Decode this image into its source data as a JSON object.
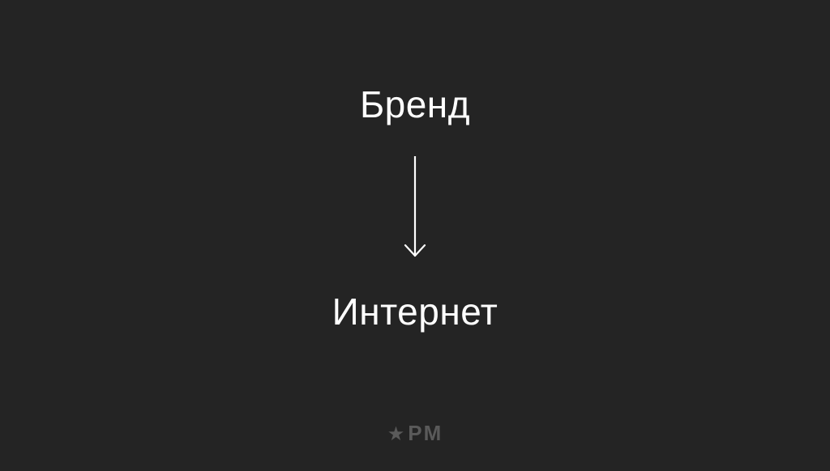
{
  "slide": {
    "top_term": "Бренд",
    "bottom_term": "Интернет",
    "logo_star": "★",
    "logo_text": "PM",
    "colors": {
      "background": "#242424",
      "text": "#ffffff",
      "logo": "#5a5a5a"
    },
    "arrow_icon": "arrow-down-icon"
  }
}
